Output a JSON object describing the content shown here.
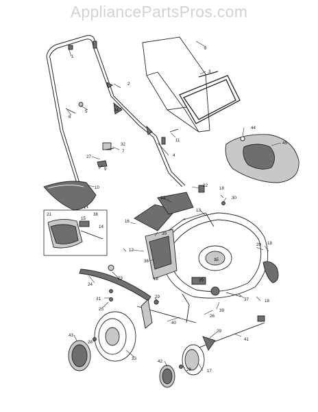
{
  "watermark": "AppliancePartsPros.com",
  "colors": {
    "line": "#222222",
    "shade": "#6e6e6e",
    "light": "#c8c8c8",
    "watermark": "#d2d2d2"
  },
  "callouts": [
    {
      "id": "c1",
      "text": "1"
    },
    {
      "id": "c2",
      "text": "2"
    },
    {
      "id": "c3",
      "text": "3"
    },
    {
      "id": "c4",
      "text": "4"
    },
    {
      "id": "c5",
      "text": "5"
    },
    {
      "id": "c6",
      "text": "6"
    },
    {
      "id": "c7",
      "text": "7"
    },
    {
      "id": "c8",
      "text": "8"
    },
    {
      "id": "c9",
      "text": "9"
    },
    {
      "id": "c10",
      "text": "10"
    },
    {
      "id": "c11",
      "text": "11"
    },
    {
      "id": "c12",
      "text": "12"
    },
    {
      "id": "c13a",
      "text": "13"
    },
    {
      "id": "c13b",
      "text": "13"
    },
    {
      "id": "c14",
      "text": "14"
    },
    {
      "id": "c15a",
      "text": "15"
    },
    {
      "id": "c15b",
      "text": "15"
    },
    {
      "id": "c16",
      "text": "16"
    },
    {
      "id": "c17",
      "text": "17"
    },
    {
      "id": "c18a",
      "text": "18"
    },
    {
      "id": "c18b",
      "text": "18"
    },
    {
      "id": "c18c",
      "text": "18"
    },
    {
      "id": "c18d",
      "text": "18"
    },
    {
      "id": "c19",
      "text": "19"
    },
    {
      "id": "c20",
      "text": "20"
    },
    {
      "id": "c21",
      "text": "21"
    },
    {
      "id": "c22",
      "text": "22"
    },
    {
      "id": "c23",
      "text": "23"
    },
    {
      "id": "c24",
      "text": "24"
    },
    {
      "id": "c25",
      "text": "25"
    },
    {
      "id": "c26",
      "text": "26"
    },
    {
      "id": "c27",
      "text": "27"
    },
    {
      "id": "c28a",
      "text": "28"
    },
    {
      "id": "c28b",
      "text": "28"
    },
    {
      "id": "c29a",
      "text": "29"
    },
    {
      "id": "c29b",
      "text": "29"
    },
    {
      "id": "c30",
      "text": "30"
    },
    {
      "id": "c31",
      "text": "31"
    },
    {
      "id": "c32",
      "text": "32"
    },
    {
      "id": "c33",
      "text": "33"
    },
    {
      "id": "c34",
      "text": "34"
    },
    {
      "id": "c36",
      "text": "36"
    },
    {
      "id": "c37",
      "text": "37"
    },
    {
      "id": "c38",
      "text": "38"
    },
    {
      "id": "c39a",
      "text": "39"
    },
    {
      "id": "c39b",
      "text": "39"
    },
    {
      "id": "c40",
      "text": "40"
    },
    {
      "id": "c41",
      "text": "41"
    },
    {
      "id": "c42",
      "text": "42"
    },
    {
      "id": "c43",
      "text": "43"
    },
    {
      "id": "c44",
      "text": "44"
    },
    {
      "id": "c45",
      "text": "45"
    }
  ]
}
